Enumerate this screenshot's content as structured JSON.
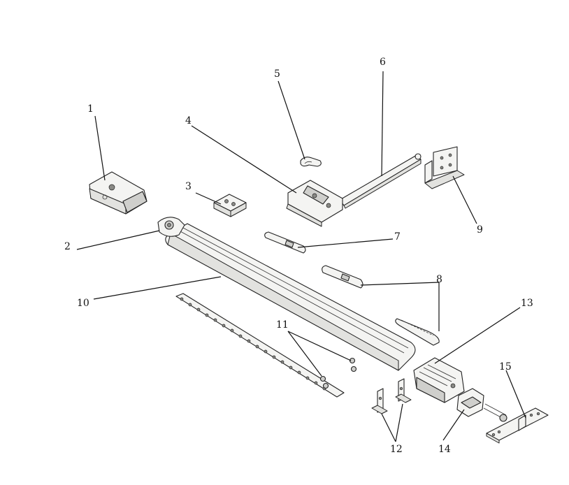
{
  "callouts": {
    "c1": "1",
    "c2": "2",
    "c3": "3",
    "c4": "4",
    "c5": "5",
    "c6": "6",
    "c7": "7",
    "c8": "8",
    "c9": "9",
    "c10": "10",
    "c11": "11",
    "c12": "12",
    "c13": "13",
    "c14": "14",
    "c15": "15"
  },
  "colors": {
    "background": "#ffffff",
    "line": "#222222",
    "part_fill": "#f4f4f2",
    "part_shade": "#cfcfcc"
  }
}
